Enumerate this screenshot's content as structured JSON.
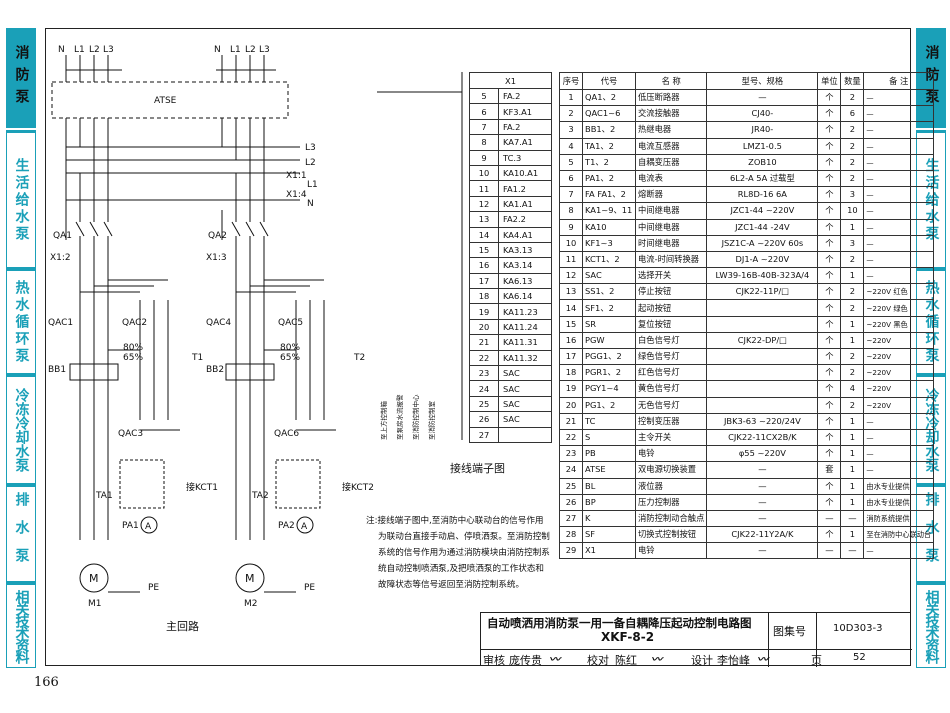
{
  "page_number": "166",
  "side_tabs": {
    "left": [
      {
        "label": "消防泵",
        "active": true
      },
      {
        "label": "生活给水泵",
        "active": false
      },
      {
        "label": "热水循环泵",
        "active": false
      },
      {
        "label": "冷冻冷却水泵",
        "active": false
      },
      {
        "label": "排水泵",
        "active": false
      },
      {
        "label": "相关技术资料",
        "active": false
      }
    ],
    "right": [
      {
        "label": "消防泵",
        "active": true
      },
      {
        "label": "生活给水泵",
        "active": false
      },
      {
        "label": "热水循环泵",
        "active": false
      },
      {
        "label": "冷冻冷却水泵",
        "active": false
      },
      {
        "label": "排水泵",
        "active": false
      },
      {
        "label": "相关技术资料",
        "active": false
      }
    ]
  },
  "main_circuit": {
    "caption": "主回路",
    "supply1": [
      "N",
      "L1",
      "L2",
      "L3"
    ],
    "supply2": [
      "N",
      "L1",
      "L2",
      "L3"
    ],
    "atse": "ATSE",
    "bus": [
      "L3",
      "L2",
      "X1:1",
      "L1",
      "X1:4",
      "N"
    ],
    "qa1": "QA1",
    "qa2": "QA2",
    "x1_2": "X1:2",
    "x1_3": "X1:3",
    "qac1": "QAC1",
    "qac2": "QAC2",
    "qac4": "QAC4",
    "qac5": "QAC5",
    "qac3": "QAC3",
    "qac6": "QAC6",
    "bb1": "BB1",
    "bb2": "BB2",
    "t1": "T1",
    "t2": "T2",
    "tap80": "80%",
    "tap65": "65%",
    "ta1": "TA1",
    "ta2": "TA2",
    "pa1": "PA1",
    "pa2": "PA2",
    "kct1": "接KCT1",
    "kct2": "接KCT2",
    "m1": "M1",
    "m2": "M2",
    "motor": "M",
    "pe": "PE",
    "ammeter": "A"
  },
  "terminal": {
    "caption": "接线端子图",
    "header": "X1",
    "rows": [
      [
        "5",
        "FA.2"
      ],
      [
        "6",
        "KF3.A1"
      ],
      [
        "7",
        "FA.2"
      ],
      [
        "8",
        "KA7.A1"
      ],
      [
        "9",
        "TC.3"
      ],
      [
        "10",
        "KA10.A1"
      ],
      [
        "11",
        "FA1.2"
      ],
      [
        "12",
        "KA1.A1"
      ],
      [
        "13",
        "FA2.2"
      ],
      [
        "14",
        "KA4.A1"
      ],
      [
        "15",
        "KA3.13"
      ],
      [
        "16",
        "KA3.14"
      ],
      [
        "17",
        "KA6.13"
      ],
      [
        "18",
        "KA6.14"
      ],
      [
        "19",
        "KA11.23"
      ],
      [
        "20",
        "KA11.24"
      ],
      [
        "21",
        "KA11.31"
      ],
      [
        "22",
        "KA11.32"
      ],
      [
        "23",
        "SAC"
      ],
      [
        "24",
        "SAC"
      ],
      [
        "25",
        "SAC"
      ],
      [
        "26",
        "SAC"
      ],
      [
        "27",
        ""
      ]
    ],
    "vertical_labels": [
      "至上方控制箱",
      "至泵房水流报警",
      "至消防控制中心",
      "至消防控制室"
    ]
  },
  "note": [
    "注:接线端子图中,至消防中心联动台的信号作用",
    "为联动台直接手动启、停喷洒泵。至消防控制",
    "系统的信号作用为通过消防模块由消防控制系",
    "统自动控制喷洒泵,及把喷洒泵的工作状态和",
    "故障状态等信号返回至消防控制系统。"
  ],
  "components": {
    "headers": [
      "序号",
      "代号",
      "名 称",
      "型号、规格",
      "单位",
      "数量",
      "备 注"
    ],
    "rows": [
      [
        "1",
        "QA1、2",
        "低压断路器",
        "—",
        "个",
        "2",
        "—"
      ],
      [
        "2",
        "QAC1~6",
        "交流接触器",
        "CJ40-",
        "个",
        "6",
        "—"
      ],
      [
        "3",
        "BB1、2",
        "热继电器",
        "JR40-",
        "个",
        "2",
        "—"
      ],
      [
        "4",
        "TA1、2",
        "电流互感器",
        "LMZ1-0.5",
        "个",
        "2",
        "—"
      ],
      [
        "5",
        "T1、2",
        "自耦变压器",
        "ZOB10",
        "个",
        "2",
        "—"
      ],
      [
        "6",
        "PA1、2",
        "电流表",
        "6L2-A 5A 过载型",
        "个",
        "2",
        "—"
      ],
      [
        "7",
        "FA FA1、2",
        "熔断器",
        "RL8D-16 6A",
        "个",
        "3",
        "—"
      ],
      [
        "8",
        "KA1~9、11",
        "中间继电器",
        "JZC1-44 ~220V",
        "个",
        "10",
        "—"
      ],
      [
        "9",
        "KA10",
        "中间继电器",
        "JZC1-44 -24V",
        "个",
        "1",
        "—"
      ],
      [
        "10",
        "KF1~3",
        "时间继电器",
        "JSZ1C-A ~220V 60s",
        "个",
        "3",
        "—"
      ],
      [
        "11",
        "KCT1、2",
        "电流-时间转换器",
        "DJ1-A ~220V",
        "个",
        "2",
        "—"
      ],
      [
        "12",
        "SAC",
        "选择开关",
        "LW39-16B-40B-323A/4",
        "个",
        "1",
        "—"
      ],
      [
        "13",
        "SS1、2",
        "停止按钮",
        "CJK22-11P/□",
        "个",
        "2",
        "~220V 红色"
      ],
      [
        "14",
        "SF1、2",
        "起动按钮",
        "",
        "个",
        "2",
        "~220V 绿色"
      ],
      [
        "15",
        "SR",
        "复位按钮",
        "",
        "个",
        "1",
        "~220V 黑色"
      ],
      [
        "16",
        "PGW",
        "白色信号灯",
        "CJK22-DP/□",
        "个",
        "1",
        "~220V"
      ],
      [
        "17",
        "PGG1、2",
        "绿色信号灯",
        "",
        "个",
        "2",
        "~220V"
      ],
      [
        "18",
        "PGR1、2",
        "红色信号灯",
        "",
        "个",
        "2",
        "~220V"
      ],
      [
        "19",
        "PGY1~4",
        "黄色信号灯",
        "",
        "个",
        "4",
        "~220V"
      ],
      [
        "20",
        "PG1、2",
        "无色信号灯",
        "",
        "个",
        "2",
        "~220V"
      ],
      [
        "21",
        "TC",
        "控制变压器",
        "JBK3-63 ~220/24V",
        "个",
        "1",
        "—"
      ],
      [
        "22",
        "S",
        "主令开关",
        "CJK22-11CX2B/K",
        "个",
        "1",
        "—"
      ],
      [
        "23",
        "PB",
        "电铃",
        "φ55 ~220V",
        "个",
        "1",
        "—"
      ],
      [
        "24",
        "ATSE",
        "双电源切换装置",
        "—",
        "套",
        "1",
        "—"
      ],
      [
        "25",
        "BL",
        "液位器",
        "—",
        "个",
        "1",
        "由水专业提供"
      ],
      [
        "26",
        "BP",
        "压力控制器",
        "—",
        "个",
        "1",
        "由水专业提供"
      ],
      [
        "27",
        "K",
        "消防控制动合触点",
        "—",
        "—",
        "—",
        "消防系统提供"
      ],
      [
        "28",
        "SF",
        "切换式控制按钮",
        "CJK22-11Y2A/K",
        "个",
        "1",
        "至在消防中心联动台"
      ],
      [
        "29",
        "X1",
        "电铃",
        "—",
        "—",
        "—",
        "—"
      ]
    ]
  },
  "title_block": {
    "title": "自动喷洒用消防泵一用一备自耦降压起动控制电路图",
    "subtitle": "XKF-8-2",
    "atlas_label": "图集号",
    "atlas_no": "10D303-3",
    "review_label": "审核",
    "review_name": "庞传贵",
    "check_label": "校对",
    "check_name": "陈红",
    "design_label": "设计",
    "design_name": "李怡峰",
    "page_label": "页",
    "page_no": "52"
  }
}
